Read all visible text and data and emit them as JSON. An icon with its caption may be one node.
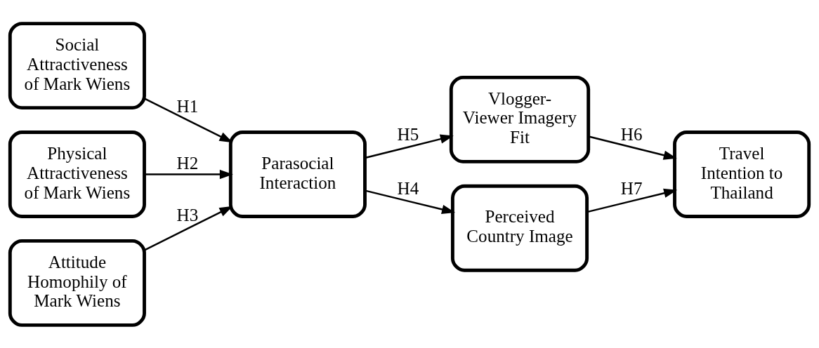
{
  "diagram": {
    "nodes": [
      {
        "text": [
          "Social Attractiveness of Mark Wiens"
        ]
      },
      {
        "text": [
          "Physical Attractiveness of Mark Wiens"
        ]
      },
      {
        "text": [
          "Attitude Homophily of Mark Wiens"
        ]
      },
      {
        "text": [
          "Parasocial Interaction"
        ]
      },
      {
        "text": [
          "Vlogger- Viewer Imagery Fit"
        ]
      },
      {
        "text": [
          "Perceived Country Image"
        ]
      },
      {
        "text": [
          "Travel Intention to Thailand"
        ]
      }
    ],
    "edges": [
      {
        "from": 0,
        "to": 3,
        "arrow": "to",
        "label": "H1"
      },
      {
        "from": 1,
        "to": 3,
        "arrow": "to",
        "label": "H2"
      },
      {
        "from": 2,
        "to": 3,
        "arrow": "to",
        "label": "H3"
      },
      {
        "from": 3,
        "to": 4,
        "arrow": "to",
        "label": "H5"
      },
      {
        "from": 3,
        "to": 5,
        "arrow": "to",
        "label": "H4"
      },
      {
        "from": 4,
        "to": 6,
        "arrow": "to",
        "label": "H6"
      },
      {
        "from": 5,
        "to": 6,
        "arrow": "to",
        "label": "H7"
      }
    ]
  }
}
